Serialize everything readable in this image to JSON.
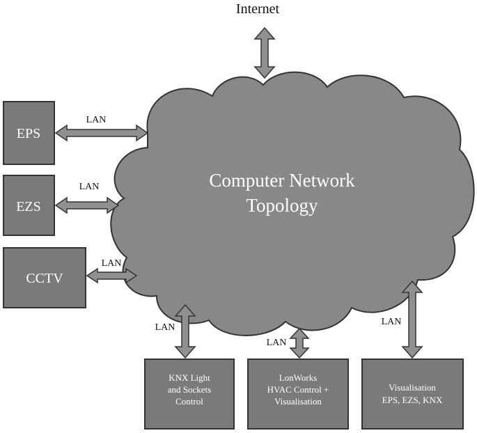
{
  "internet_label": "Internet",
  "cloud_title_line1": "Computer Network",
  "cloud_title_line2": "Topology",
  "link_label": "LAN",
  "systems": {
    "eps": "EPS",
    "ezs": "EZS",
    "cctv": "CCTV"
  },
  "controllers": {
    "knx": [
      "KNX Light",
      "and Sockets",
      "Control"
    ],
    "lonworks": [
      "LonWorks",
      "HVAC Control +",
      "Visualisation"
    ],
    "visualisation": [
      "Visualisation",
      "EPS, EZS, KNX"
    ]
  },
  "colors": {
    "cloud_fill": "#888888",
    "box_fill": "#7a7a7a",
    "arrow_fill": "#909090",
    "stroke": "#333333",
    "box_text": "#ffffff",
    "label_text": "#111111"
  }
}
